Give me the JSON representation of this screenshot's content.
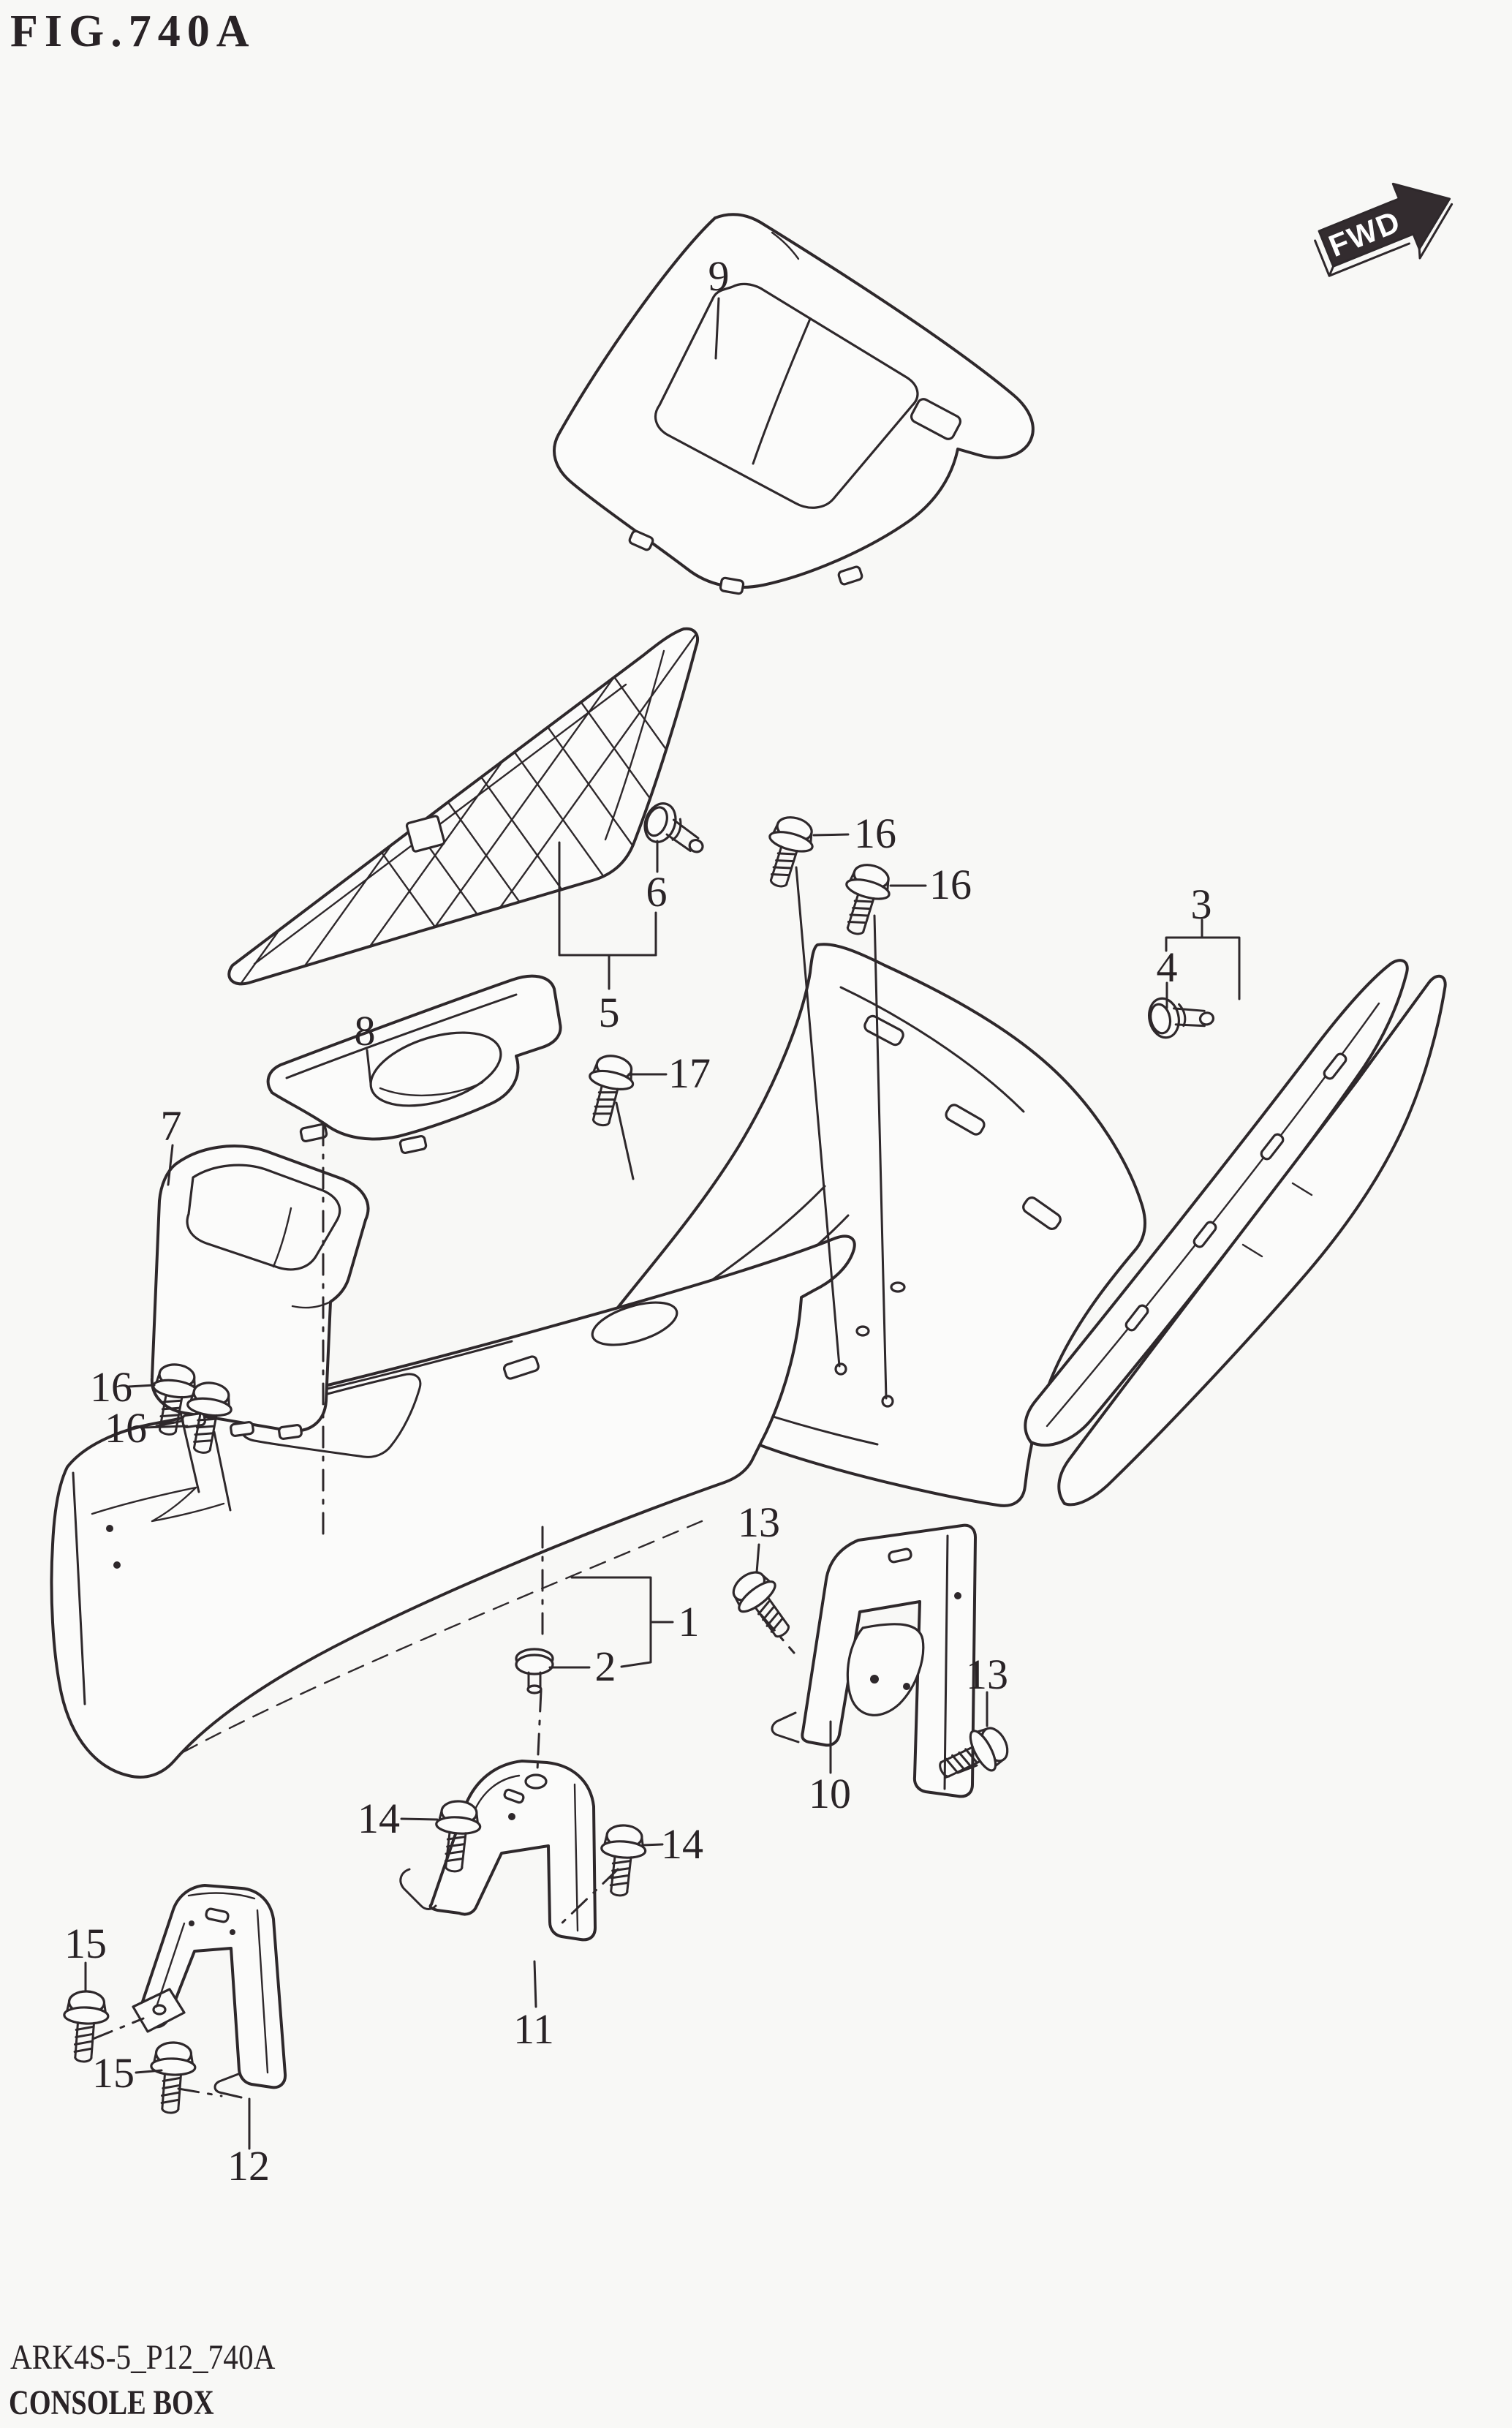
{
  "figure": {
    "title": "FIG.740A",
    "direction_label": "FWD"
  },
  "footer": {
    "code": "ARK4S-5_P12_740A",
    "caption": "CONSOLE BOX"
  },
  "colors": {
    "ink": "#2e282b",
    "background": "#f8f8f6",
    "arrow_fill": "#332c2f"
  },
  "callouts": [
    {
      "text": "9"
    },
    {
      "text": "16"
    },
    {
      "text": "16"
    },
    {
      "text": "6"
    },
    {
      "text": "5"
    },
    {
      "text": "17"
    },
    {
      "text": "3"
    },
    {
      "text": "4"
    },
    {
      "text": "8"
    },
    {
      "text": "7"
    },
    {
      "text": "16"
    },
    {
      "text": "16"
    },
    {
      "text": "13"
    },
    {
      "text": "1"
    },
    {
      "text": "2"
    },
    {
      "text": "13"
    },
    {
      "text": "10"
    },
    {
      "text": "14"
    },
    {
      "text": "14"
    },
    {
      "text": "11"
    },
    {
      "text": "15"
    },
    {
      "text": "15"
    },
    {
      "text": "12"
    }
  ]
}
